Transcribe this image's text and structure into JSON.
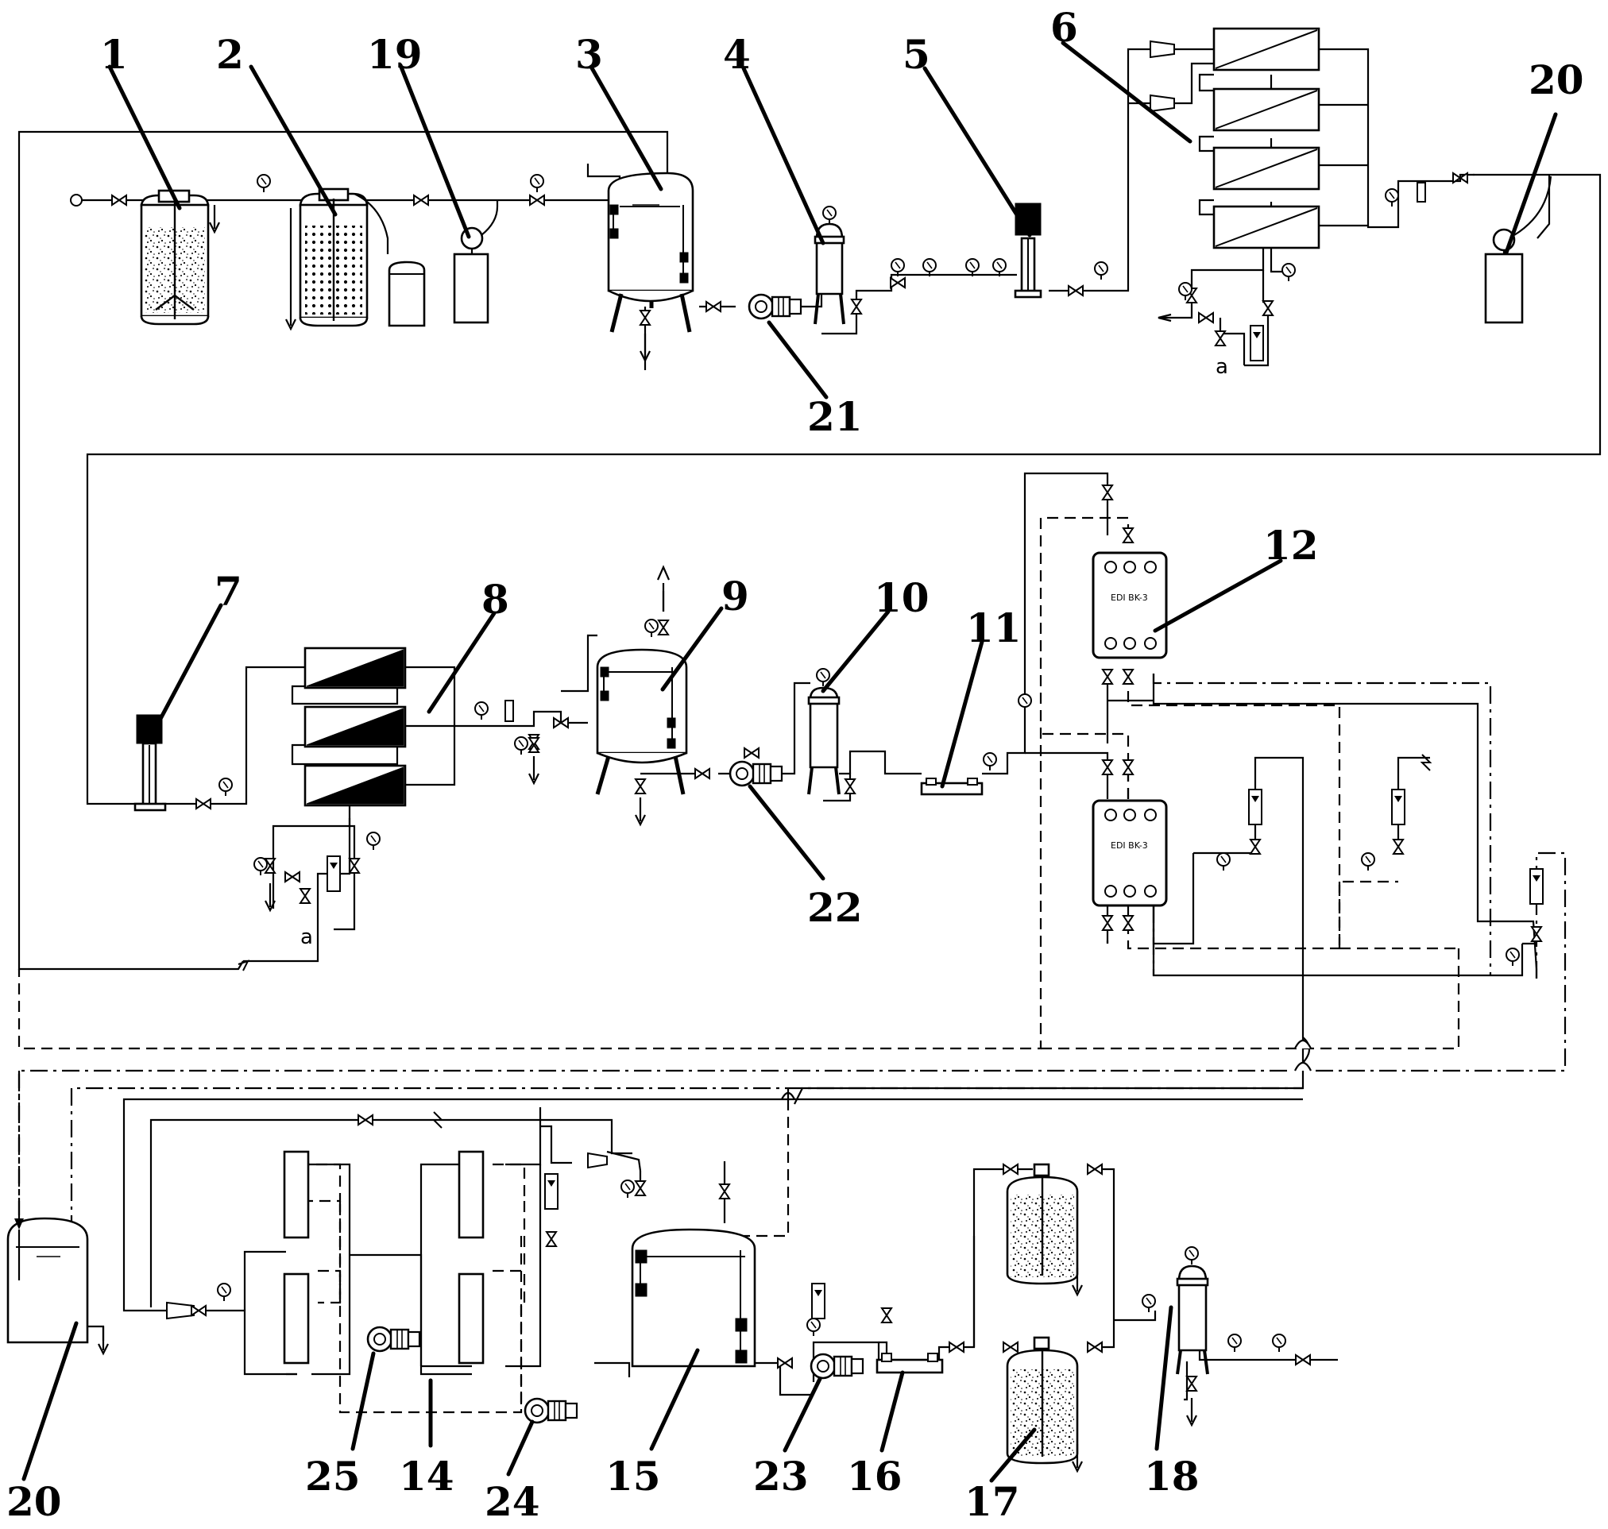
{
  "diagram": {
    "labels": {
      "n1": "1",
      "n2": "2",
      "n3": "3",
      "n4": "4",
      "n5": "5",
      "n6": "6",
      "n7": "7",
      "n8": "8",
      "n9": "9",
      "n10": "10",
      "n11": "11",
      "n12": "12",
      "n14": "14",
      "n15": "15",
      "n16": "16",
      "n17": "17",
      "n18": "18",
      "n19": "19",
      "n20_top": "20",
      "n20_bottom": "20",
      "n21": "21",
      "n22": "22",
      "n23": "23",
      "n24": "24",
      "n25": "25"
    },
    "small_text": {
      "a_top": "a",
      "a_mid": "a",
      "stack_label_upper": "EDI  BK-3",
      "stack_label_lower": "EDI  BK-3"
    },
    "colors": {
      "line": "#000000",
      "background": "#ffffff"
    },
    "icons": [
      "pressure-gauge-icon",
      "valve-icon",
      "pump-icon",
      "flowmeter-icon",
      "drain-arrow-icon",
      "check-valve-icon"
    ]
  }
}
